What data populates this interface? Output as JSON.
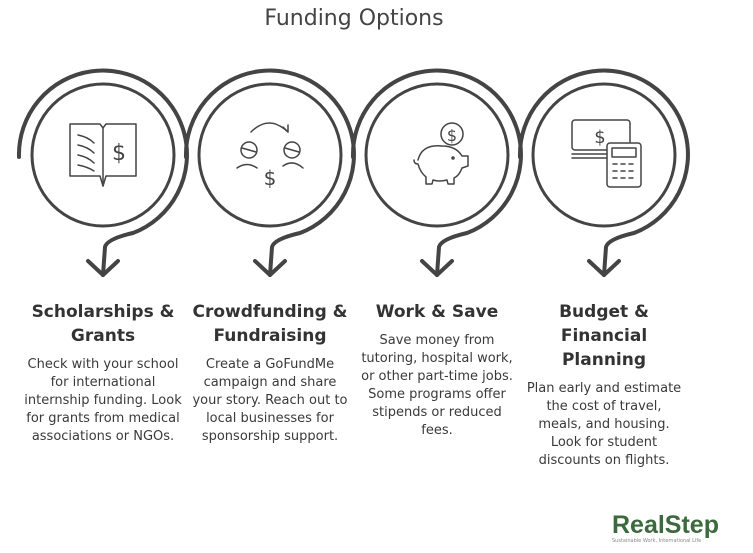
{
  "title": "Funding Options",
  "steps": [
    {
      "icon": "book-dollar-icon",
      "title": "Scholarships & Grants",
      "text": "Check with your school for international internship funding. Look for grants from medical associations or NGOs."
    },
    {
      "icon": "crowdfunding-icon",
      "title": "Crowdfunding & Fundraising",
      "text": "Create a GoFundMe campaign and share your story. Reach out to local businesses for sponsorship support."
    },
    {
      "icon": "piggy-bank-icon",
      "title": "Work & Save",
      "text": "Save money from tutoring, hospital work, or other part-time jobs. Some programs offer stipends or reduced fees."
    },
    {
      "icon": "cash-calculator-icon",
      "title": "Budget & Financial Planning",
      "text": "Plan early and estimate the cost of travel, meals, and housing. Look for student discounts on flights."
    }
  ],
  "logo": {
    "name": "RealStep",
    "tagline": "Sustainable Work, International Life",
    "color": "#3c6a3c"
  }
}
